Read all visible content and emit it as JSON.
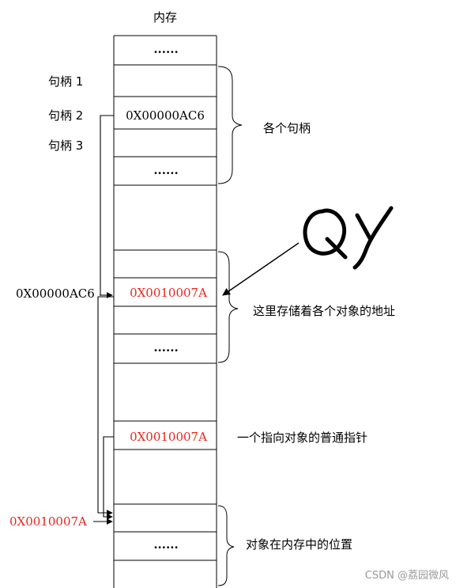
{
  "title": "内存",
  "cells": {
    "dots": "......",
    "handle2_value": "0X00000AC6",
    "object_address": "0X0010007A",
    "pointer_value": "0X0010007A"
  },
  "left_labels": {
    "handle1": "句柄 1",
    "handle2": "句柄 2",
    "handle3": "句柄 3",
    "handle_address": "0X00000AC6",
    "object_location": "0X0010007A"
  },
  "right_labels": {
    "handles": "各个句柄",
    "address_table": "这里存储着各个对象的地址",
    "normal_pointer": "一个指向对象的普通指针",
    "object_in_memory": "对象在内存中的位置"
  },
  "doodle": "QY",
  "watermark": "CSDN @荔园微风",
  "colors": {
    "red": "#e8261e",
    "line": "#000000"
  }
}
